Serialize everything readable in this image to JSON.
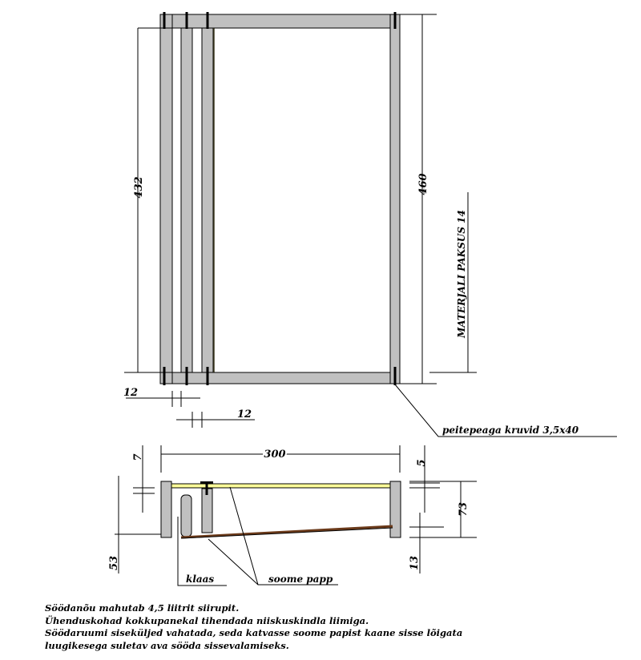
{
  "front_view": {
    "height_inner": "432",
    "height_outer": "460",
    "material_thickness": "MATERJALI PAKSUS 14",
    "spacing_a": "12",
    "spacing_b": "12",
    "screws_note": "peitepeaga kruvid 3,5x40"
  },
  "section_view": {
    "width": "300",
    "top_offset": "7",
    "right_offset": "5",
    "right_height": "73",
    "bottom_left": "53",
    "bottom_right": "13",
    "glass_label": "klaas",
    "cardboard_label": "soome papp"
  },
  "notes": [
    "Söödanõu mahutab 4,5 liitrit siirupit.",
    "Ühenduskohad kokkupanekal tihendada niiskuskindla liimiga.",
    "Söödaruumi siseküljed vahatada, seda katvasse soome papist kaane sisse lõigata",
    "luugikesega suletav ava sööda sissevalamiseks."
  ],
  "colors": {
    "wood": "#c0c0c0",
    "outline": "#000000",
    "glass": "#ffff99",
    "cardboard": "#6b3a1a"
  }
}
